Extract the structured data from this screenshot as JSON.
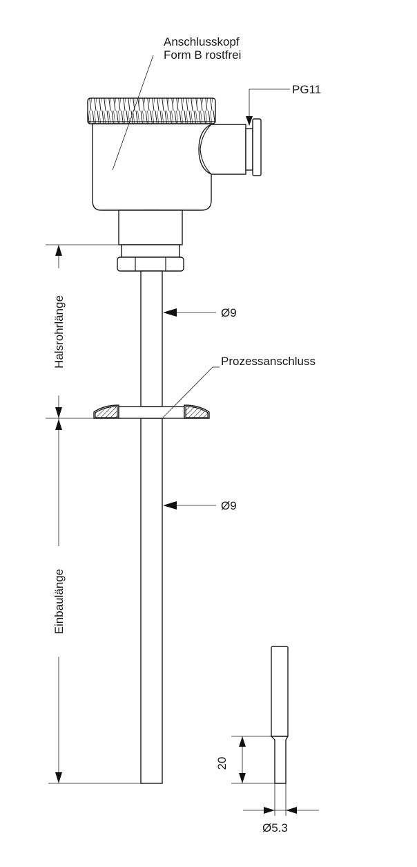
{
  "labels": {
    "head_line1": "Anschlusskopf",
    "head_line2": "Form B rostfrei",
    "pg": "PG11",
    "neck_diameter": "Ø9",
    "process_connection": "Prozessanschluss",
    "insert_diameter": "Ø9",
    "neck_length": "Halsrohrlänge",
    "insertion_length": "Einbaulänge",
    "tip_length": "20",
    "tip_diameter": "Ø5.3"
  },
  "colors": {
    "line": "#1a1a1a",
    "background": "#ffffff"
  }
}
